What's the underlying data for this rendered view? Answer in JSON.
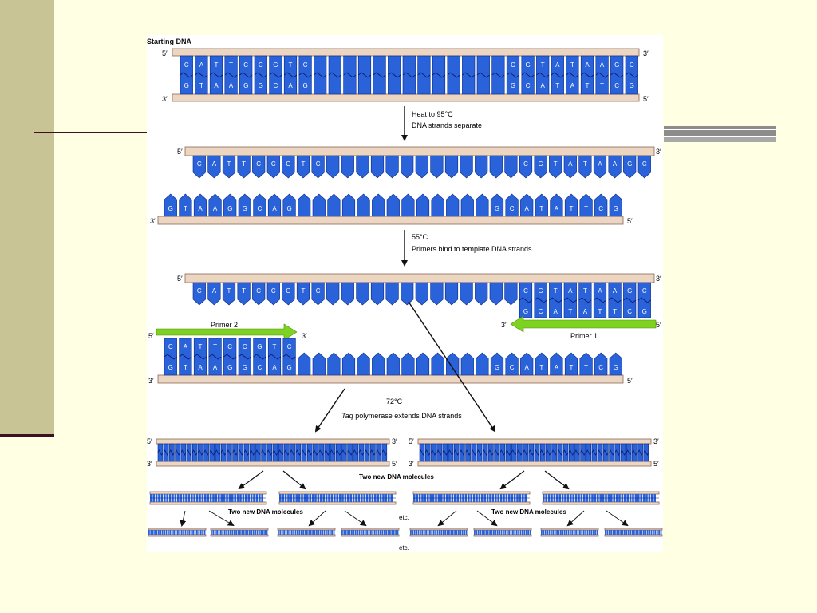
{
  "title": "Starting DNA",
  "labels": {
    "five": "5′",
    "three": "3′",
    "primer1": "Primer 1",
    "primer2": "Primer 2",
    "two_new": "Two new DNA molecules",
    "etc": "etc."
  },
  "steps": [
    {
      "line1": "Heat to 95°C",
      "line2": "DNA strands separate"
    },
    {
      "line1": "55°C",
      "line2": "Primers bind to template DNA strands"
    },
    {
      "line1": "72°C",
      "line2_em": "Taq",
      "line2": " polymerase extends DNA strands"
    }
  ],
  "sequences": {
    "top_left": [
      "C",
      "A",
      "T",
      "T",
      "C",
      "C",
      "G",
      "T",
      "C"
    ],
    "bottom_left": [
      "G",
      "T",
      "A",
      "A",
      "G",
      "G",
      "C",
      "A",
      "G"
    ],
    "top_right": [
      "C",
      "G",
      "T",
      "A",
      "T",
      "A",
      "A",
      "G",
      "C"
    ],
    "bottom_right": [
      "G",
      "C",
      "A",
      "T",
      "A",
      "T",
      "T",
      "C",
      "G"
    ]
  },
  "colors": {
    "base_fill": "#2a62d9",
    "base_stroke": "#0b2a8a",
    "backbone_fill": "#ecd6c2",
    "backbone_stroke": "#8a6a58",
    "primer": "#7ed321",
    "slide_bg": "#ffffe3",
    "sidebar": "#c8c495",
    "rule": "#3c1020"
  }
}
